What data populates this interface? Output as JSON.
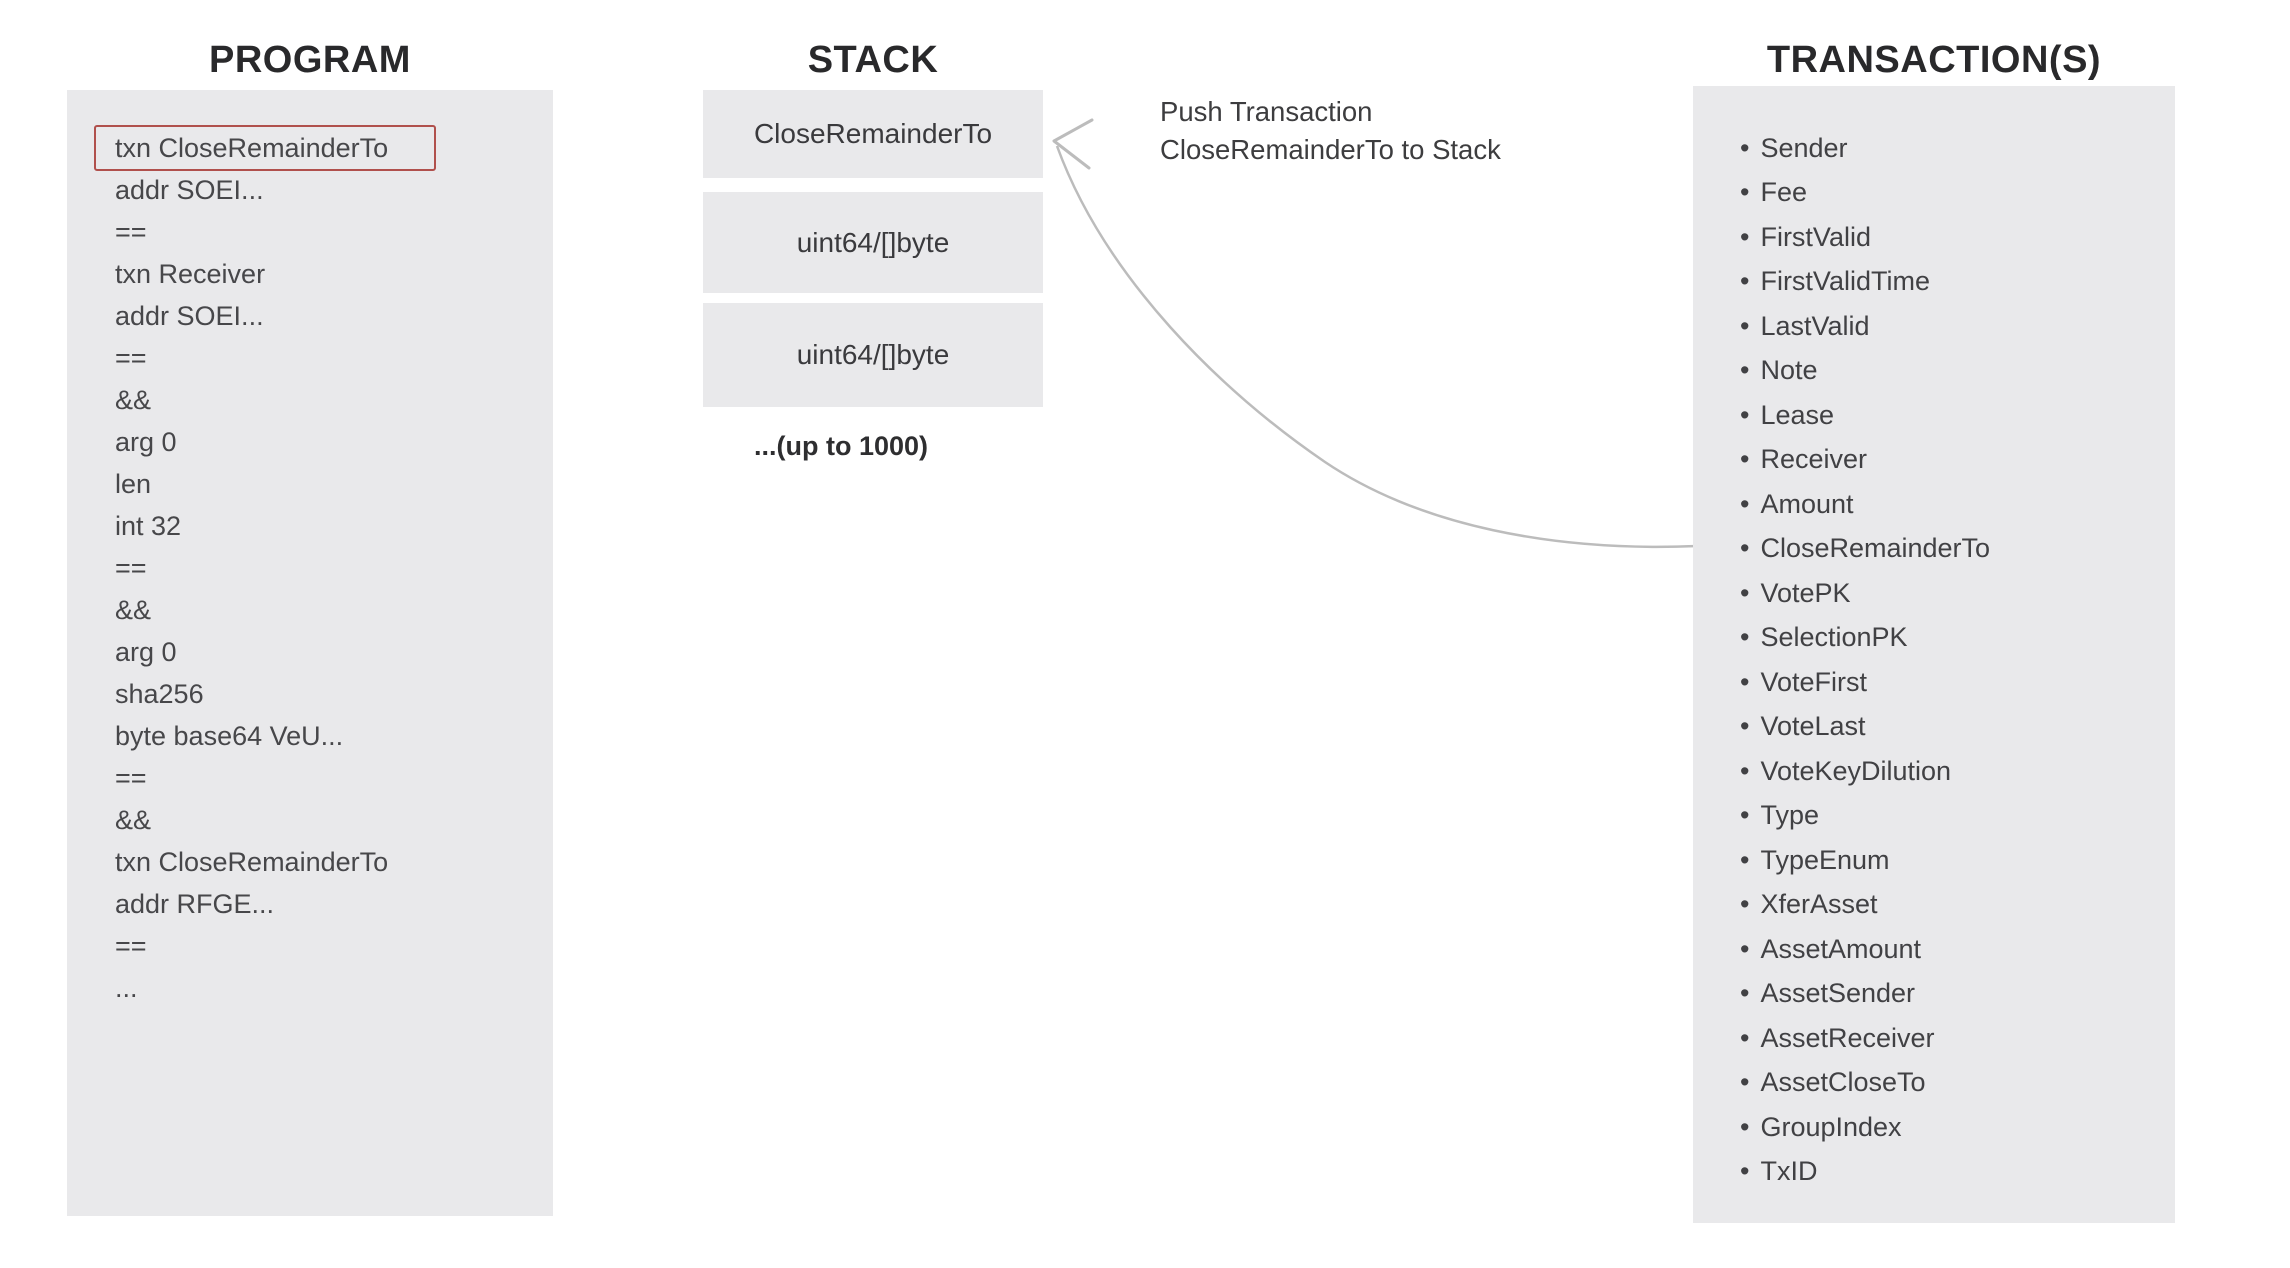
{
  "program": {
    "title": "PROGRAM",
    "highlight": {
      "index": 0,
      "border_color": "#b0504c"
    },
    "lines": [
      "txn CloseRemainderTo",
      "addr SOEI...",
      "==",
      "txn Receiver",
      "addr SOEI...",
      "==",
      "&&",
      "arg 0",
      "len",
      "int 32",
      "==",
      "&&",
      "arg 0",
      "sha256",
      "byte base64 VeU...",
      "==",
      "&&",
      "txn CloseRemainderTo",
      "addr RFGE...",
      "==",
      "..."
    ]
  },
  "stack": {
    "title": "STACK",
    "slots": [
      "CloseRemainderTo",
      "uint64/[]byte",
      "uint64/[]byte"
    ],
    "capacity_note": "...(up to 1000)"
  },
  "annotation": {
    "line1": "Push Transaction",
    "line2": "CloseRemainderTo to Stack"
  },
  "transactions": {
    "title": "TRANSACTION(S)",
    "fields": [
      "Sender",
      "Fee",
      "FirstValid",
      "FirstValidTime",
      "LastValid",
      "Note",
      "Lease",
      "Receiver",
      "Amount",
      "CloseRemainderTo",
      "VotePK",
      "SelectionPK",
      "VoteFirst",
      "VoteLast",
      "VoteKeyDilution",
      "Type",
      "TypeEnum",
      "XferAsset",
      "AssetAmount",
      "AssetSender",
      "AssetReceiver",
      "AssetCloseTo",
      "GroupIndex",
      "TxID"
    ]
  },
  "colors": {
    "panel_bg": "#e9e9eb",
    "highlight_border": "#b0504c",
    "arrow": "#bcbcbc",
    "text": "#414144",
    "title_text": "#29292b"
  }
}
